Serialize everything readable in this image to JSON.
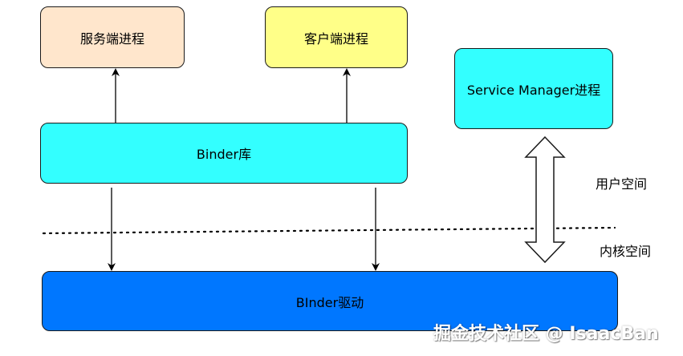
{
  "diagram": {
    "nodes": {
      "server_process": {
        "label": "服务端进程",
        "fill": "#FFE6CC"
      },
      "client_process": {
        "label": "客户端进程",
        "fill": "#FFFF88"
      },
      "service_manager": {
        "label": "Service Manager进程",
        "fill": "#33FFFF"
      },
      "binder_library": {
        "label": "Binder库",
        "fill": "#33FFFF"
      },
      "binder_driver": {
        "label": "BInder驱动",
        "fill": "#0077FF"
      }
    },
    "labels": {
      "user_space": "用户空间",
      "kernel_space": "内核空间"
    },
    "edges": [
      {
        "from": "binder_library",
        "to": "server_process",
        "style": "arrow"
      },
      {
        "from": "binder_library",
        "to": "client_process",
        "style": "arrow"
      },
      {
        "from": "binder_library",
        "to": "binder_driver",
        "style": "arrow"
      },
      {
        "from": "binder_library",
        "to": "binder_driver",
        "style": "arrow"
      },
      {
        "from": "service_manager",
        "to": "binder_driver",
        "style": "double-hollow-arrow"
      }
    ],
    "separator": {
      "style": "dotted",
      "meaning": "user/kernel boundary"
    }
  },
  "watermark": "掘金技术社区 @ IsaacBan"
}
